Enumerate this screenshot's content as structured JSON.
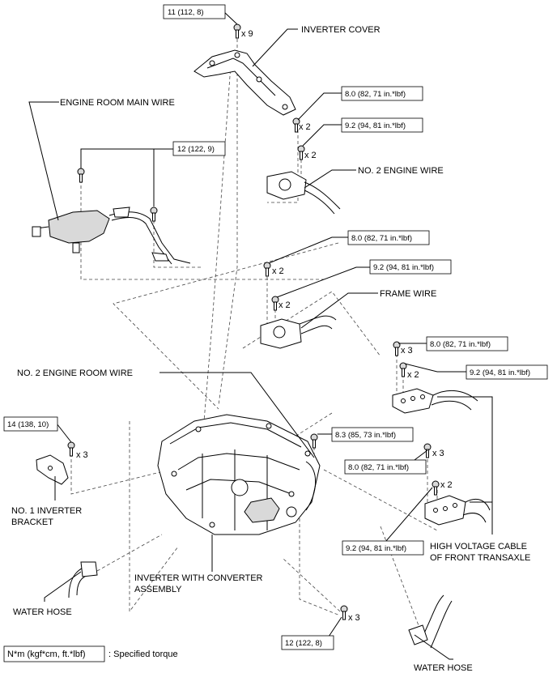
{
  "labels": {
    "inverter_cover": "INVERTER COVER",
    "engine_room_main_wire": "ENGINE ROOM MAIN WIRE",
    "no2_engine_wire": "NO. 2 ENGINE WIRE",
    "frame_wire": "FRAME WIRE",
    "no2_engine_room_wire": "NO. 2 ENGINE ROOM WIRE",
    "no1_inverter_bracket_1": "NO. 1 INVERTER",
    "no1_inverter_bracket_2": "BRACKET",
    "hv_cable_1": "HIGH VOLTAGE CABLE",
    "hv_cable_2": "OF FRONT TRANSAXLE",
    "inverter_assy_1": "INVERTER WITH CONVERTER",
    "inverter_assy_2": "ASSEMBLY",
    "water_hose_left": "WATER HOSE",
    "water_hose_right": "WATER HOSE"
  },
  "torque": {
    "t1": "11 (112, 8)",
    "t2": "8.0 (82, 71 in.*lbf)",
    "t3": "9.2 (94, 81 in.*lbf)",
    "t4": "12 (122, 9)",
    "t5": "8.0 (82, 71 in.*lbf)",
    "t6": "9.2 (94, 81 in.*lbf)",
    "t7": "8.0 (82, 71 in.*lbf)",
    "t8": "9.2 (94, 81 in.*lbf)",
    "t9": "14 (138, 10)",
    "t10": "8.3 (85, 73 in.*lbf)",
    "t11": "8.0 (82, 71 in.*lbf)",
    "t12": "9.2 (94, 81 in.*lbf)",
    "t13": "12 (122, 8)"
  },
  "counts": {
    "c1": "x 9",
    "c2": "x 2",
    "c3": "x 2",
    "c4": "x 2",
    "c5": "x 2",
    "c6": "x 3",
    "c7": "x 2",
    "c8": "x 3",
    "c9": "x 3",
    "c10": "x 2",
    "c11": "x 3"
  },
  "legend": {
    "unit_box": "N*m (kgf*cm, ft.*lbf)",
    "meaning": ": Specified torque"
  }
}
